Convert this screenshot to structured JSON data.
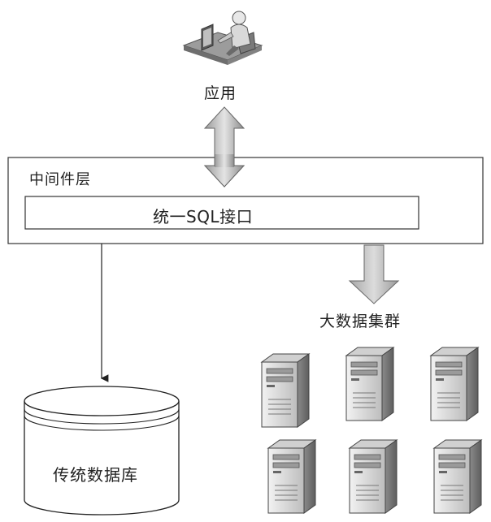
{
  "app": {
    "label": "应用",
    "icon": "user-at-computer-icon"
  },
  "middleware": {
    "title": "中间件层",
    "interface_label": "统一SQL接口"
  },
  "cluster": {
    "label": "大数据集群",
    "server_count": 6,
    "icon": "server-tower-icon"
  },
  "database": {
    "label": "传统数据库",
    "icon": "database-cylinder-icon"
  }
}
